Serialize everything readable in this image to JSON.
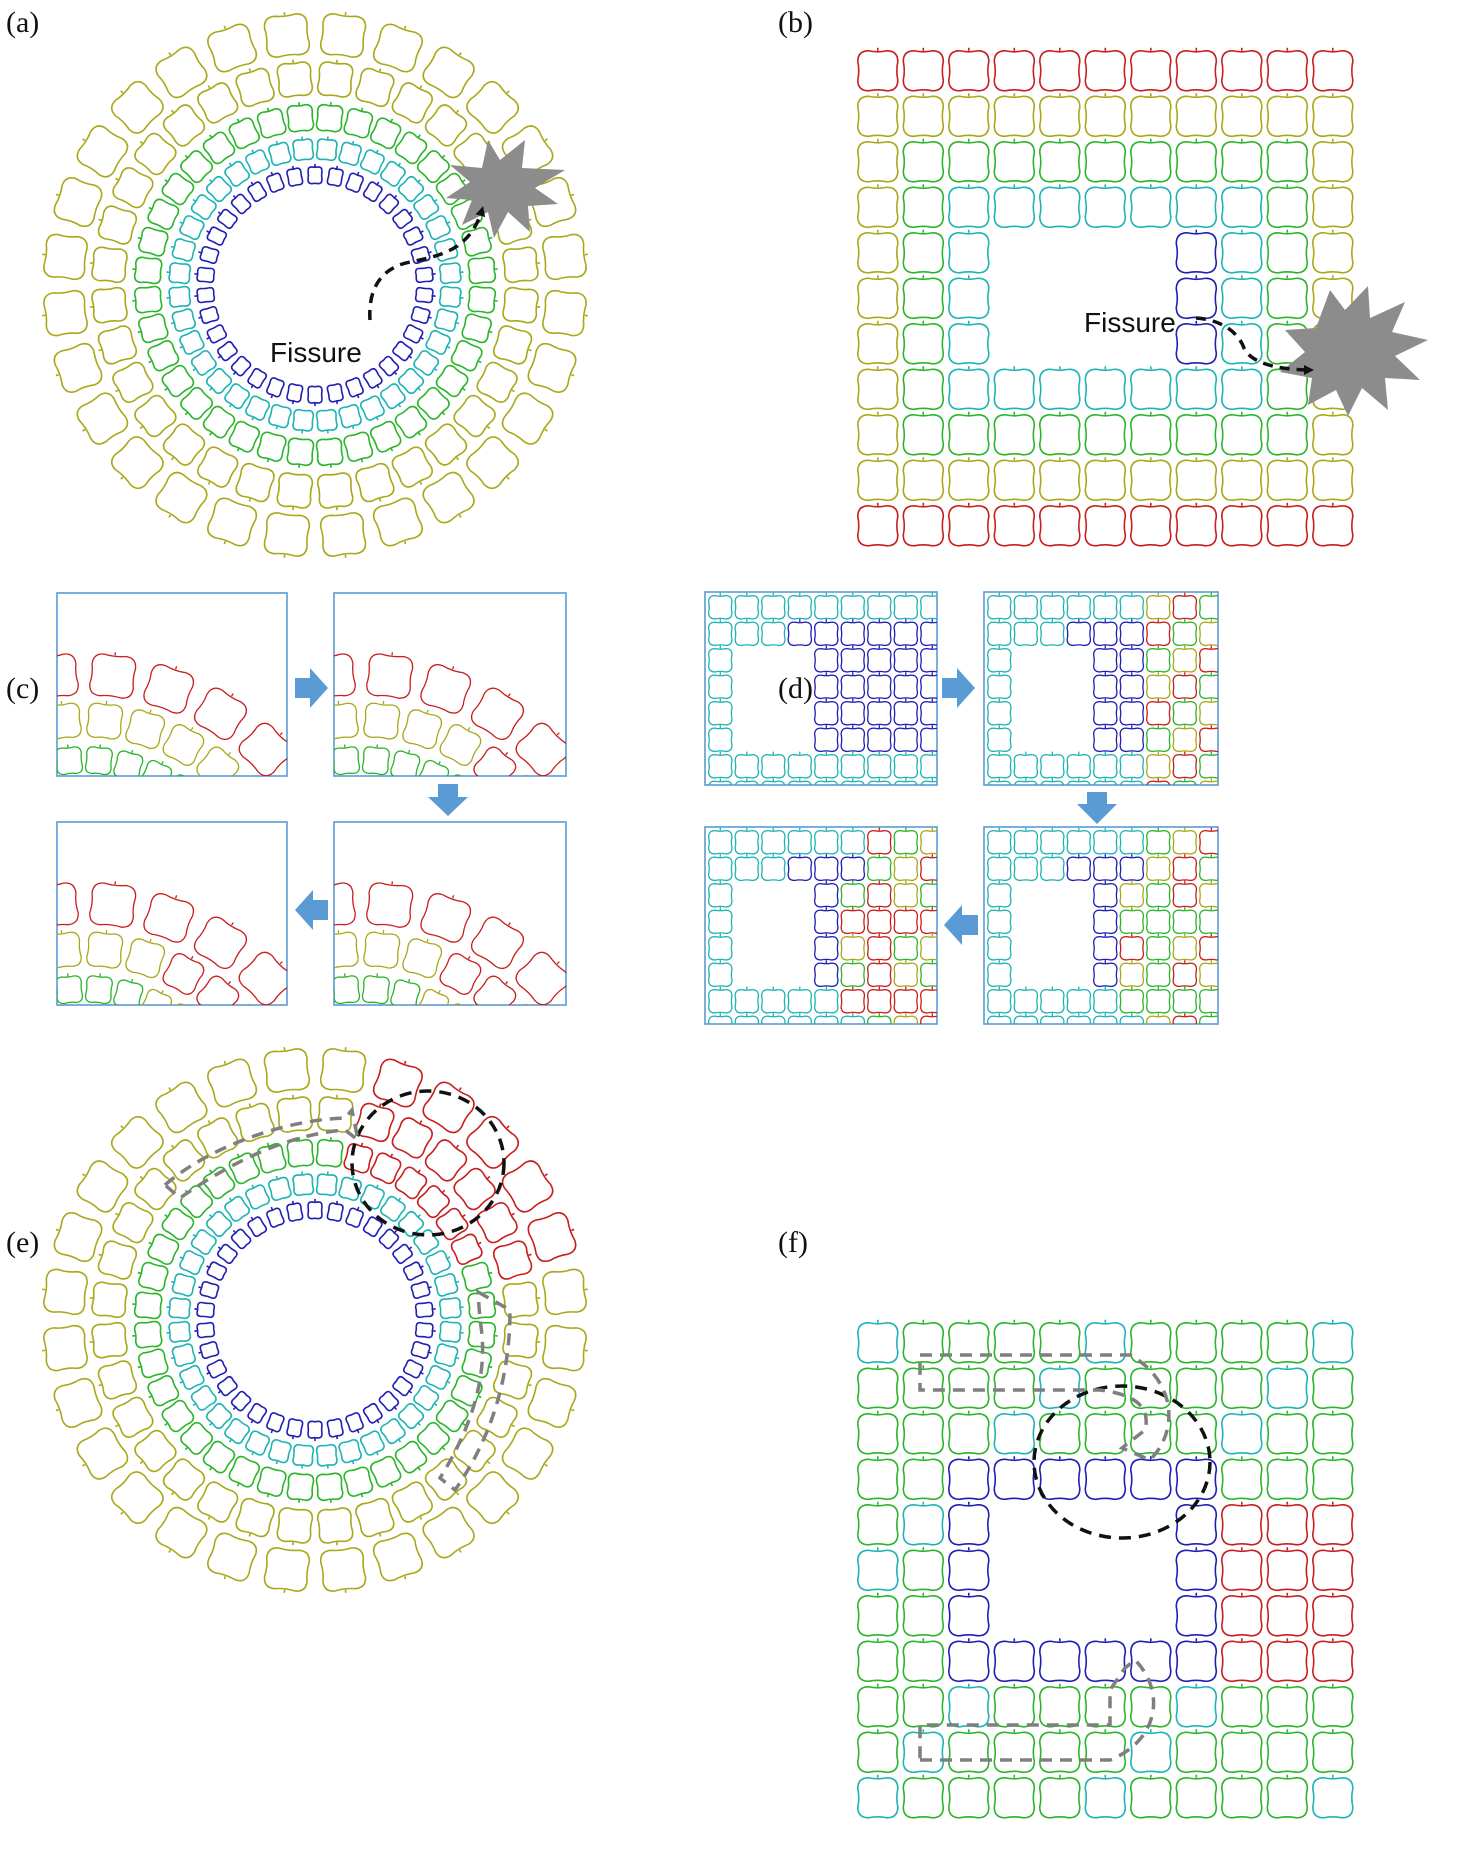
{
  "panel_labels": {
    "a": "(a)",
    "b": "(b)",
    "c": "(c)",
    "d": "(d)",
    "e": "(e)",
    "f": "(f)"
  },
  "annotations": {
    "fissure_a": "Fissure",
    "fissure_b": "Fissure"
  },
  "colors": {
    "fissure_fill": "#8c8c8c",
    "frame_stroke": "#5b9bd5",
    "flow_arrow": "#5b9bd5",
    "dashed_black": "#111111",
    "dashed_gray": "#7f7f7f",
    "palette": [
      "#1f1fb4",
      "#1fb4b4",
      "#2ab52a",
      "#aaa81a",
      "#c81e1e"
    ]
  }
}
